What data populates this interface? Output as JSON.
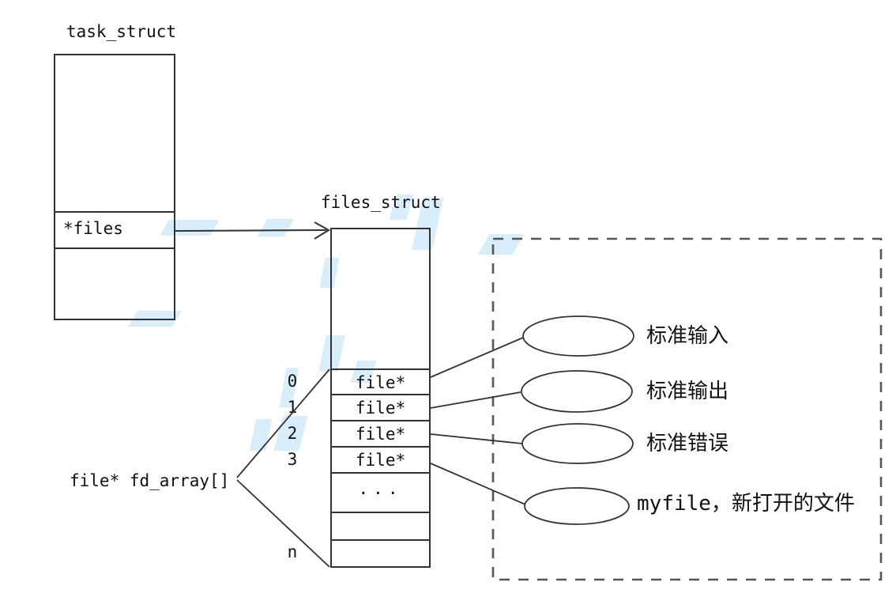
{
  "colors": {
    "line": "#333333",
    "dashed_border": "#555555",
    "text": "#111111",
    "watermark": "#d9eefb",
    "background": "#ffffff"
  },
  "task_struct": {
    "title": "task_struct",
    "files_field_label": "*files"
  },
  "files_struct": {
    "title": "files_struct",
    "fd_rows": [
      {
        "index": "0",
        "value": "file*"
      },
      {
        "index": "1",
        "value": "file*"
      },
      {
        "index": "2",
        "value": "file*"
      },
      {
        "index": "3",
        "value": "file*"
      }
    ],
    "ellipsis_label": "...",
    "last_index_label": "n"
  },
  "fd_array_label": "file* fd_array[]",
  "open_files": [
    {
      "label": "标准输入"
    },
    {
      "label": "标准输出"
    },
    {
      "label": "标准错误"
    },
    {
      "label": "myfile，新打开的文件"
    }
  ]
}
